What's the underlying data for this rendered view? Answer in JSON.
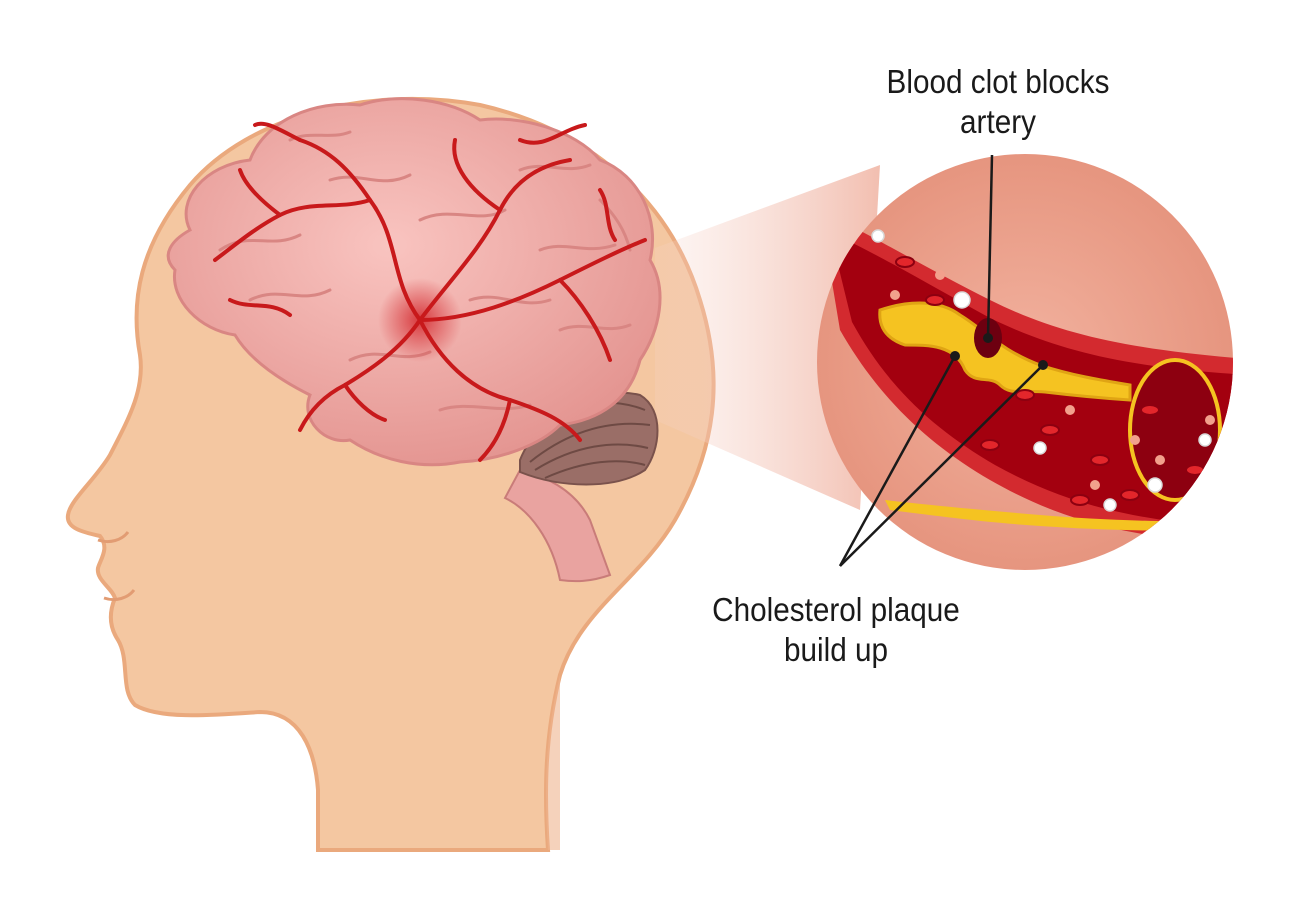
{
  "labels": {
    "clot": {
      "line1": "Blood clot blocks",
      "line2": "artery"
    },
    "plaque": {
      "line1": "Cholesterol plaque",
      "line2": "build up"
    }
  },
  "colors": {
    "skin": "#f4c7a1",
    "skin_outline": "#eaa97d",
    "brain": "#f0a6a3",
    "brain_shadow": "#d98683",
    "vessel": "#c8191b",
    "cerebellum": "#9a6e67",
    "zoom_circle": "#e99f8a",
    "artery_wall": "#d32a2f",
    "blood": "#a3000f",
    "plaque": "#f5c321",
    "clot": "#6d0010",
    "pointer": "#1a1a1a"
  },
  "icons": [
    "human-head-profile",
    "brain",
    "zoomed-artery-circle",
    "red-blood-cell",
    "white-blood-cell",
    "platelet"
  ]
}
